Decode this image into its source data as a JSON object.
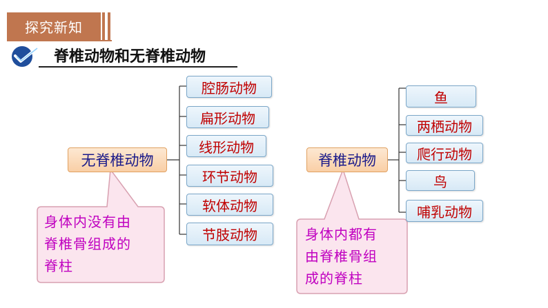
{
  "header": {
    "tab_label": "探究新知"
  },
  "section": {
    "title": "脊椎动物和无脊椎动物"
  },
  "invertebrate": {
    "root": "无脊椎动物",
    "items": [
      "腔肠动物",
      "扁形动物",
      "线形动物",
      "环节动物",
      "软体动物",
      "节肢动物"
    ],
    "note": [
      "身体内没有由",
      "脊椎骨组成的",
      "脊柱"
    ]
  },
  "vertebrate": {
    "root": "脊椎动物",
    "items": [
      "鱼",
      "两栖动物",
      "爬行动物",
      "鸟",
      "哺乳动物"
    ],
    "note": [
      "身体内都有",
      "由脊椎骨组",
      "成的脊柱"
    ]
  },
  "colors": {
    "header": "#c0764f",
    "item_text": "#c00000",
    "root_text": "#1a1a8a",
    "note_text": "#c000c0",
    "bubble_fill": "#fbe5ee",
    "bubble_stroke": "#d8a0b0"
  }
}
